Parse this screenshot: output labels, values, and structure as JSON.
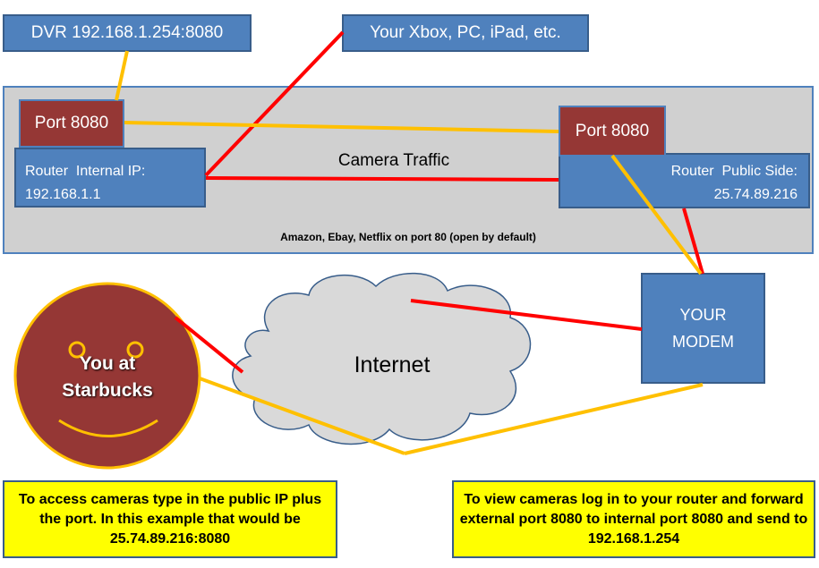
{
  "dvr_label": "DVR 192.168.1.254:8080",
  "devices_label": "Your Xbox, PC, iPad, etc.",
  "router": {
    "left_port": "Port 8080",
    "right_port": "Port 8080",
    "internal_title": "Router  Internal IP:",
    "internal_ip": "192.168.1.1",
    "public_title": "Router  Public Side:",
    "public_ip": "25.74.89.216",
    "traffic_label": "Camera Traffic",
    "footer_note": "Amazon, Ebay, Netflix on port 80 (open by default)"
  },
  "internet_label": "Internet",
  "modem_label_line1": "YOUR",
  "modem_label_line2": "MODEM",
  "user_line1": "You at",
  "user_line2": "Starbucks",
  "note_left": "To access cameras type in the public IP plus the port. In this example that would be 25.74.89.216:8080",
  "note_right": "To view cameras log in to your router and forward external port 8080 to internal port 8080 and send to 192.168.1.254",
  "colors": {
    "yellow_line": "#ffc000",
    "red_line": "#ff0000",
    "blue": "#4f81bd",
    "dark_red": "#953735"
  }
}
